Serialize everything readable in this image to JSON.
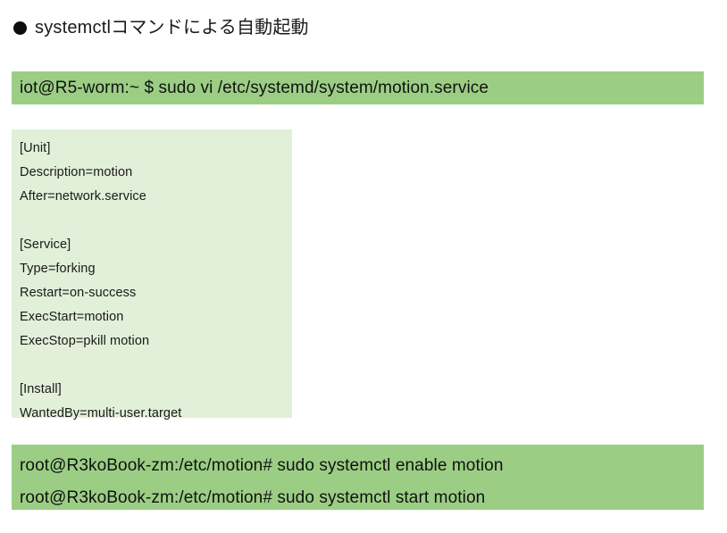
{
  "page": {
    "background_color": "#ffffff"
  },
  "heading": {
    "bullet_icon": "filled-circle-bullet",
    "text": "systemctlコマンドによる自動起動"
  },
  "colors": {
    "command_bar_green": "#9bce84",
    "config_block_green": "#e2efd9",
    "text_dark": "#1a1a1a"
  },
  "top_command_bar": {
    "name": "edit-service-file-command",
    "lines": [
      "iot@R5-worm:~ $ sudo vi /etc/systemd/system/motion.service"
    ]
  },
  "service_file": {
    "name": "motion.service",
    "lines": [
      "[Unit]",
      "Description=motion",
      "After=network.service",
      "",
      "[Service]",
      "Type=forking",
      "Restart=on-success",
      "ExecStart=motion",
      "ExecStop=pkill motion",
      "",
      "[Install]",
      "WantedBy=multi-user.target"
    ]
  },
  "bottom_command_bar": {
    "name": "systemctl-enable-start-commands",
    "lines": [
      "root@R3koBook-zm:/etc/motion# sudo systemctl enable motion",
      "root@R3koBook-zm:/etc/motion# sudo systemctl start motion"
    ]
  }
}
